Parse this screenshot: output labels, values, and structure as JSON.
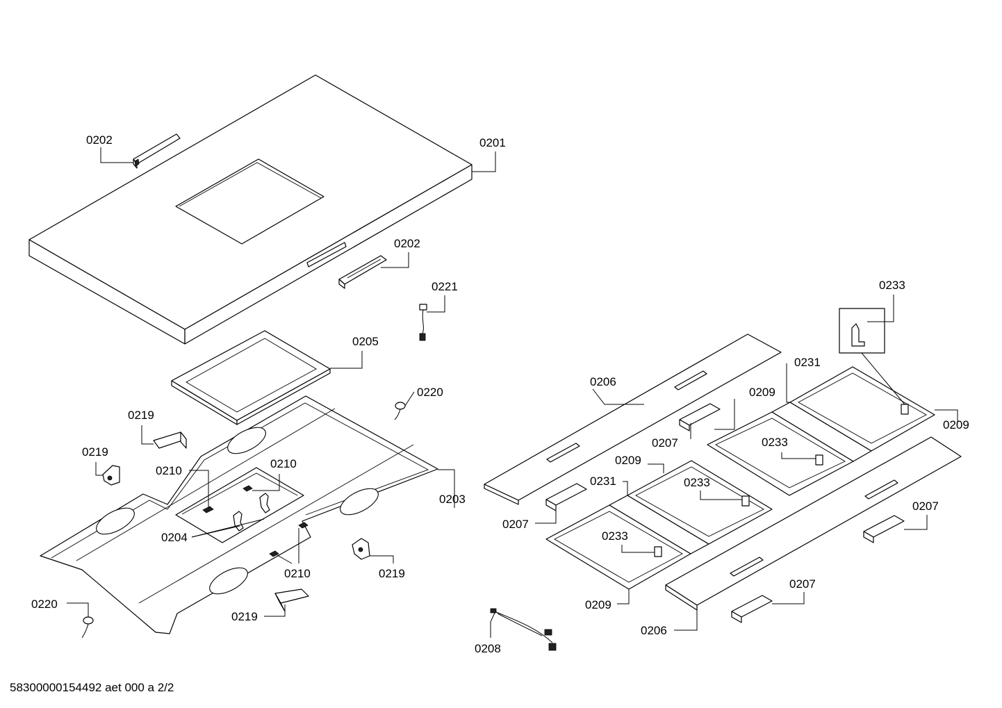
{
  "drawing": {
    "footer": "58300000154492 aet 000 a 2/2"
  },
  "labels": {
    "l0201": "0201",
    "l0202a": "0202",
    "l0202b": "0202",
    "l0221": "0221",
    "l0205": "0205",
    "l0220a": "0220",
    "l0219a": "0219",
    "l0219b": "0219",
    "l0210a": "0210",
    "l0210b": "0210",
    "l0203": "0203",
    "l0204": "0204",
    "l0210c": "0210",
    "l0219c": "0219",
    "l0220b": "0220",
    "l0219d": "0219",
    "l0233a": "0233",
    "l0206a": "0206",
    "l0231a": "0231",
    "l0209a": "0209",
    "l0209b": "0209",
    "l0207a": "0207",
    "l0233b": "0233",
    "l0209c": "0209",
    "l0231b": "0231",
    "l0233c": "0233",
    "l0207b": "0207",
    "l0233d": "0233",
    "l0207c": "0207",
    "l0209d": "0209",
    "l0207d": "0207",
    "l0206b": "0206",
    "l0208": "0208"
  }
}
